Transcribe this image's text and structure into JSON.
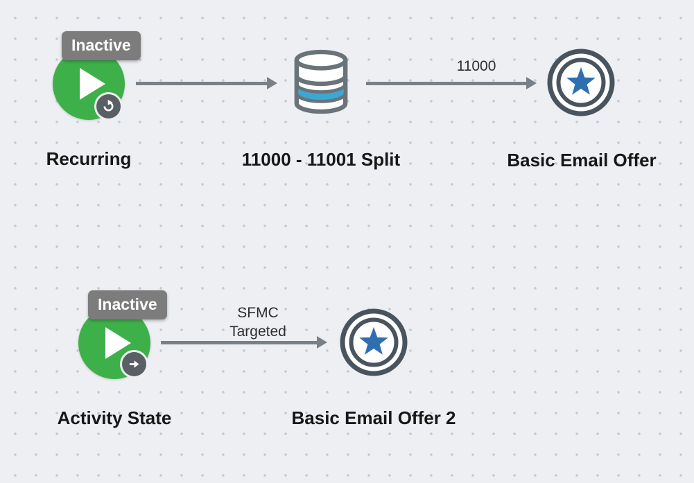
{
  "canvas": {
    "background_color": "#edeff3",
    "dot_color": "#c4c9d0"
  },
  "colors": {
    "start_node_green": "#3EB049",
    "badge_gray": "#7c7c7c",
    "arrow_gray": "#798087",
    "icon_ring_dark": "#4a545e",
    "star_blue": "#2e6fb0",
    "split_band_blue": "#3BA8D4",
    "database_outline": "#6a737a"
  },
  "icons": {
    "play": "play-icon",
    "recurring": "circular-arrow-icon",
    "activity": "arrow-right-icon",
    "split": "database-icon",
    "offer": "star-badge-icon"
  },
  "flow_top": {
    "start_node": {
      "badge": "Inactive",
      "label": "Recurring"
    },
    "split_node": {
      "label": "11000 - 11001 Split"
    },
    "offer_node": {
      "label": "Basic Email Offer"
    },
    "edge_split_to_offer": {
      "label": "11000"
    }
  },
  "flow_bottom": {
    "start_node": {
      "badge": "Inactive",
      "label": "Activity State"
    },
    "offer_node": {
      "label": "Basic Email Offer 2"
    },
    "edge_start_to_offer": {
      "label_line1": "SFMC",
      "label_line2": "Targeted"
    }
  }
}
